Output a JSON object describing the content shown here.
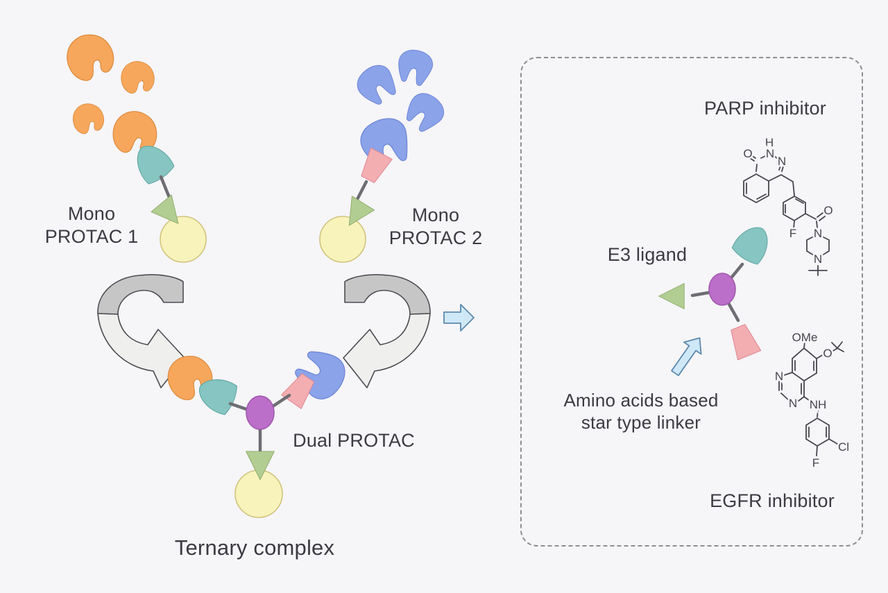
{
  "colors": {
    "background": "#f6f5f8",
    "text": "#3b3b42",
    "orange_protein": "#f7a75c",
    "blue_protein": "#8aa3e9",
    "teal_warhead": "#86c5c1",
    "green_e3_ligand": "#b2cd92",
    "yellow_ligase": "#f8f3bb",
    "pink_warhead": "#f3aeb2",
    "purple_linker": "#bc6fc9",
    "ribbon_top": "#c6c6c6",
    "ribbon_face": "#efefee",
    "blue_arrow": "#cfe8f8",
    "connector": "#6d6d73",
    "bond": "#46464e",
    "dashed_border": "#8d8d93"
  },
  "left_panel": {
    "mono_protac_1": {
      "line1": "Mono",
      "line2": "PROTAC 1"
    },
    "mono_protac_2": {
      "line1": "Mono",
      "line2": "PROTAC 2"
    },
    "dual_protac": "Dual PROTAC",
    "ternary_complex": "Ternary complex"
  },
  "right_panel": {
    "parp_inhibitor": "PARP inhibitor",
    "e3_ligand": "E3 ligand",
    "linker": {
      "line1": "Amino acids based",
      "line2": "star type linker"
    },
    "egfr_inhibitor": "EGFR inhibitor",
    "parp_atoms": {
      "o1": "O",
      "h": "H",
      "n1": "N",
      "n2": "N",
      "f": "F",
      "o2": "O",
      "n3": "N",
      "n4": "N"
    },
    "egfr_atoms": {
      "ome": "OMe",
      "o": "O",
      "n1": "N",
      "n2": "N",
      "nh": "NH",
      "cl": "Cl",
      "f": "F"
    }
  }
}
